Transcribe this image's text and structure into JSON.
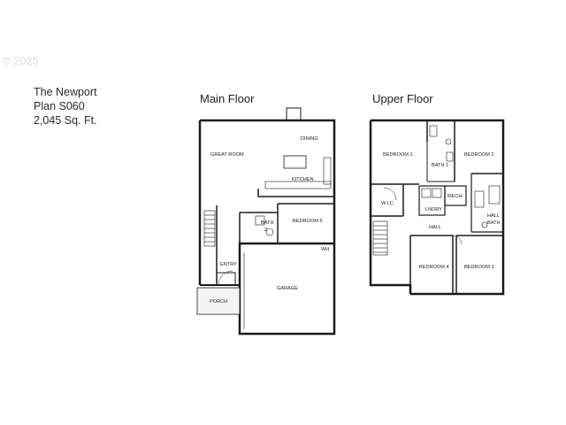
{
  "copyright": "© 2025",
  "plan": {
    "name": "The Newport",
    "code": "Plan S060",
    "area": "2,045 Sq. Ft."
  },
  "main_floor": {
    "title": "Main Floor",
    "rooms": {
      "dining": "DINING",
      "great_room": "GREAT ROOM",
      "kitchen": "KITCHEN",
      "bath2_line1": "BATH",
      "bath2_line2": "2",
      "bedroom5": "BEDROOM 5",
      "entry": "ENTRY",
      "wh": "WH",
      "garage": "GARAGE",
      "porch": "PORCH"
    }
  },
  "upper_floor": {
    "title": "Upper Floor",
    "rooms": {
      "bedroom1": "BEDROOM 1",
      "bath1": "BATH 1",
      "bedroom2": "BEDROOM 2",
      "wic": "W.I.C.",
      "mech": "MECH.",
      "lndry": "LNDRY",
      "hall_bath_line1": "HALL",
      "hall_bath_line2": "BATH",
      "hall": "HALL",
      "bedroom4": "BEDROOM 4",
      "bedroom3": "BEDROOM 3"
    }
  }
}
